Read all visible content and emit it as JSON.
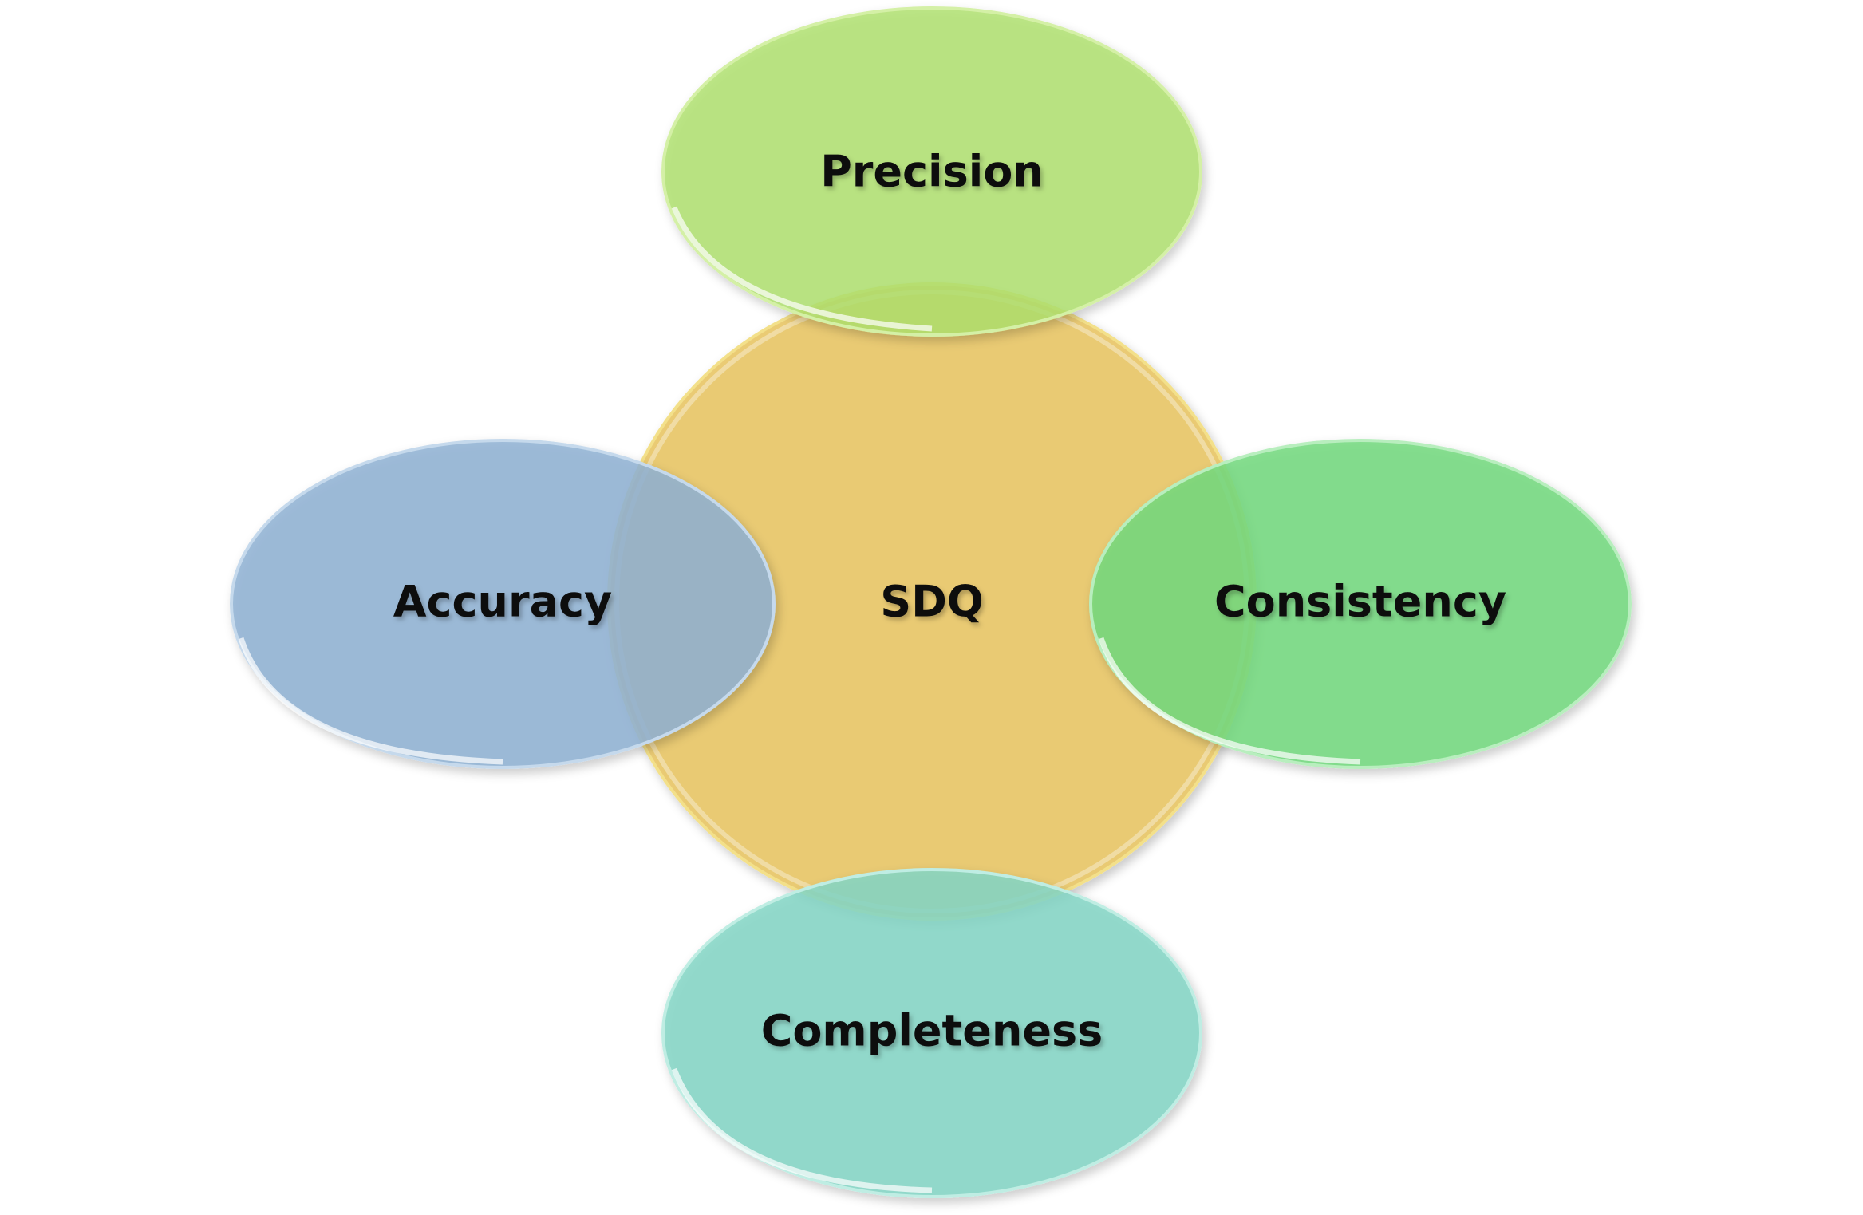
{
  "diagram": {
    "center": {
      "label": "SDQ",
      "color": "#E9C86A"
    },
    "nodes": [
      {
        "id": "precision",
        "label": "Precision",
        "color": "#AEE06C"
      },
      {
        "id": "accuracy",
        "label": "Accuracy",
        "color": "#8FB2D4"
      },
      {
        "id": "consistency",
        "label": "Consistency",
        "color": "#73D97E"
      },
      {
        "id": "completeness",
        "label": "Completeness",
        "color": "#84D6C6"
      }
    ]
  }
}
